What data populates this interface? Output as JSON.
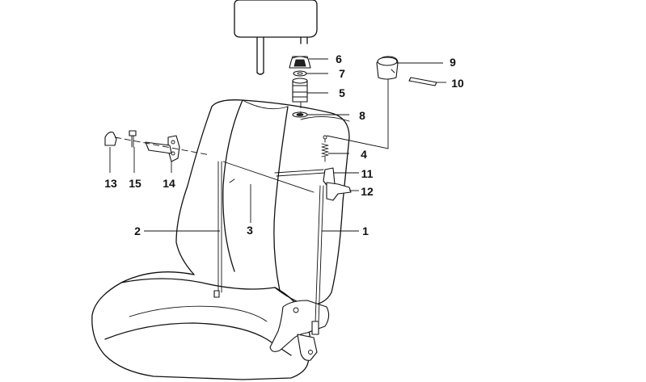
{
  "labels": {
    "l1": "1",
    "l2": "2",
    "l3": "3",
    "l4": "4",
    "l5": "5",
    "l6": "6",
    "l7": "7",
    "l8": "8",
    "l9": "9",
    "l10": "10",
    "l11": "11",
    "l12": "12",
    "l13": "13",
    "l14": "14",
    "l15": "15"
  }
}
